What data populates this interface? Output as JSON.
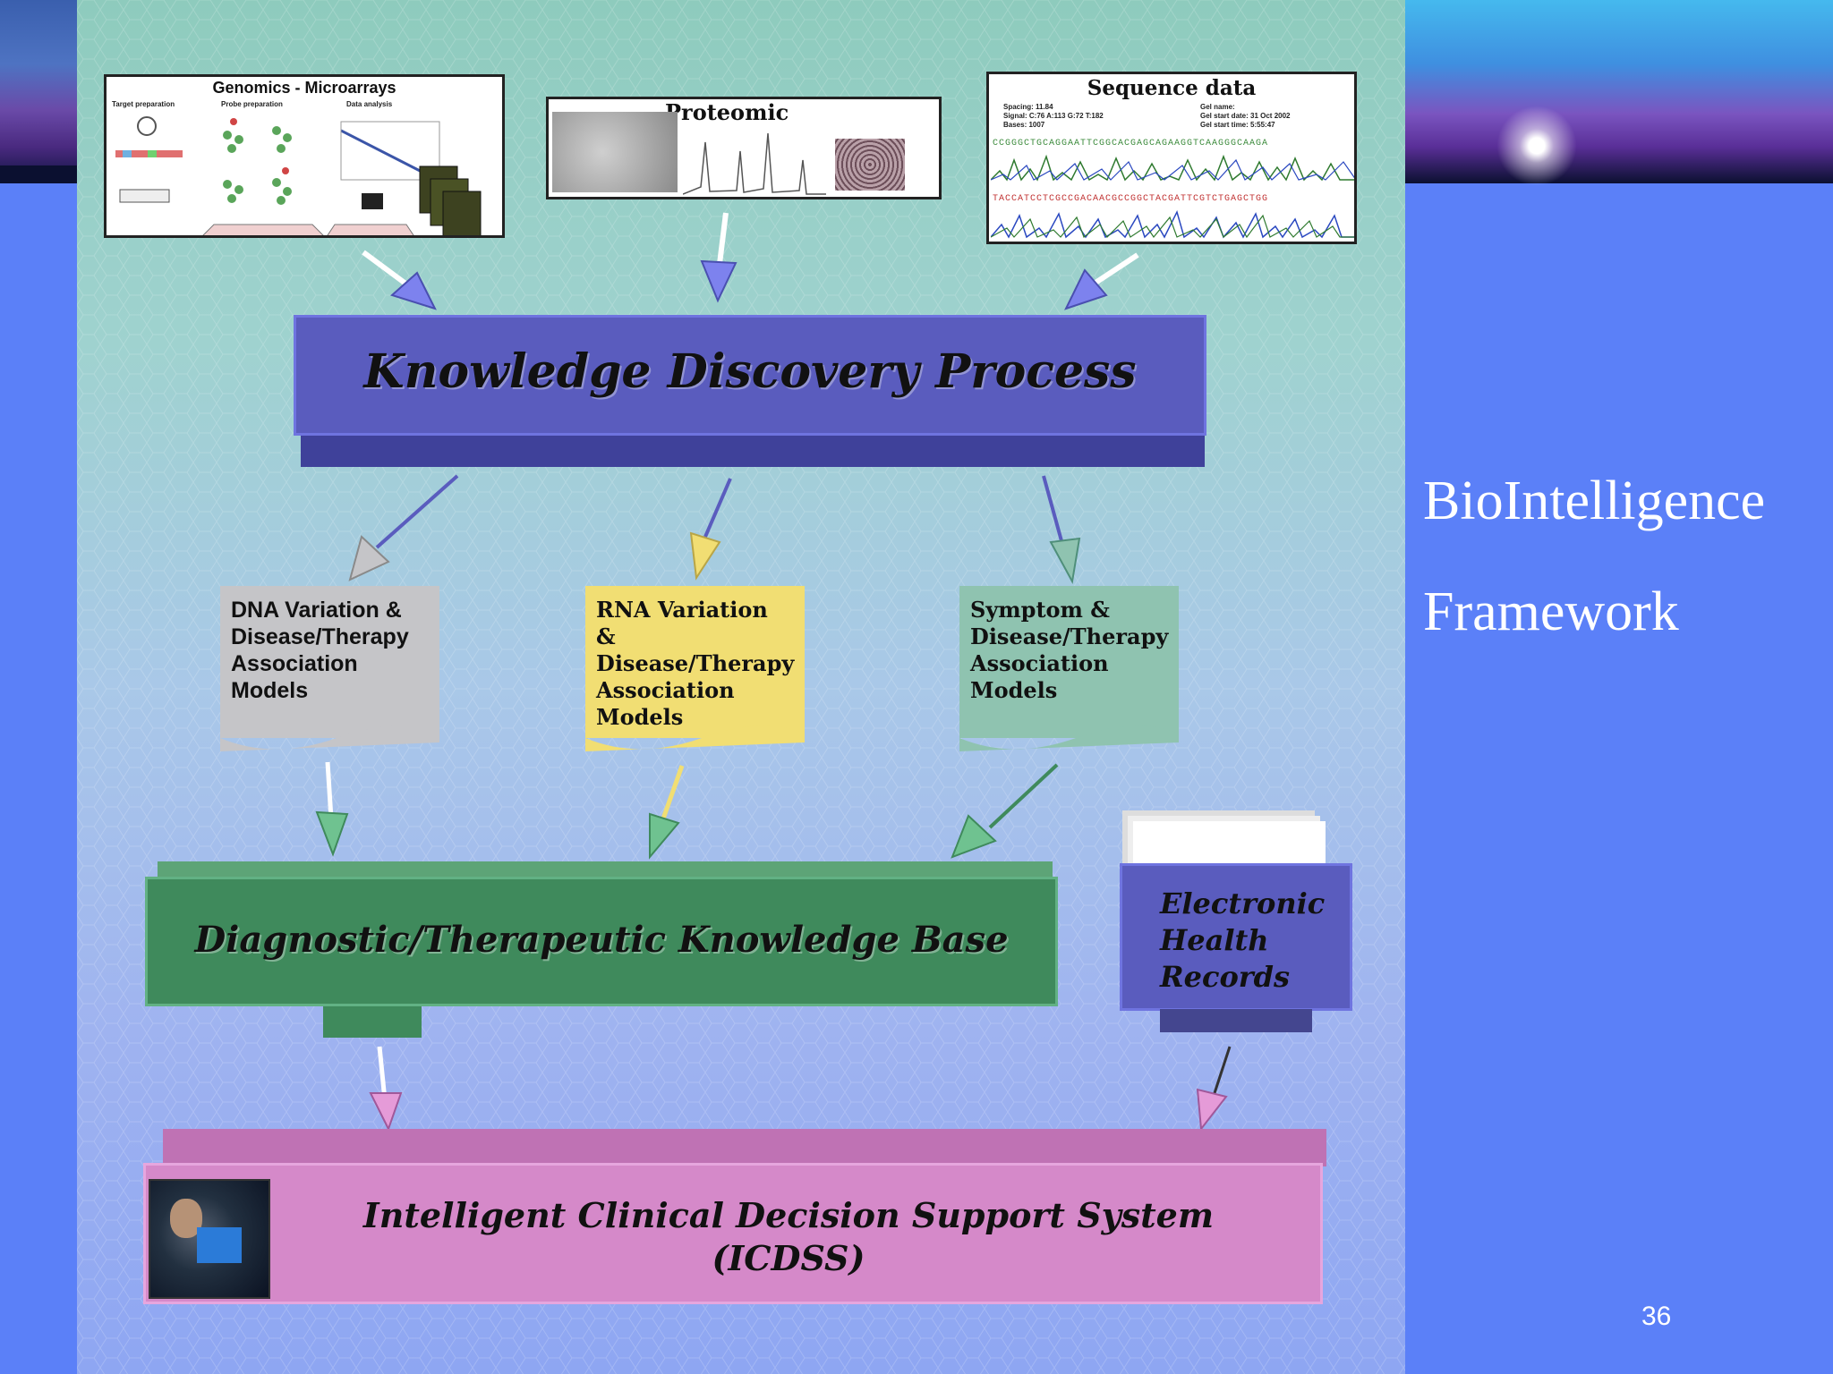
{
  "slide": {
    "title_lines": [
      "BioIntelligence",
      "Framework"
    ],
    "page_number": "36"
  },
  "inputs": {
    "genomics": {
      "title": "Genomics - Microarrays",
      "steps": [
        "Target preparation",
        "Probe preparation",
        "Data analysis"
      ]
    },
    "proteomic": {
      "title": "Proteomic"
    },
    "sequence": {
      "title": "Sequence data",
      "meta_left": [
        "Spacing: 11.84",
        "Signal: C:76 A:113 G:72 T:182",
        "Bases: 1007"
      ],
      "meta_right": [
        "Gel name:",
        "Gel start date: 31 Oct 2002",
        "Gel start time: 5:55:47"
      ],
      "seq1": "CCGGGCTGCAGGAATTCGGCACGAGCAGAAGGTCAAGGGCAAGA",
      "seq2": "TACCATCCTCGCCGACAACGCCGGCTACGATTCGTCTGAGCTGG"
    }
  },
  "process": {
    "label": "Knowledge Discovery Process"
  },
  "models": [
    {
      "lines": [
        "DNA Variation &",
        "Disease/Therapy",
        "Association",
        "Models"
      ]
    },
    {
      "lines": [
        "RNA Variation &",
        "Disease/Therapy",
        "Association",
        "Models"
      ]
    },
    {
      "lines": [
        "Symptom &",
        "Disease/Therapy",
        "Association",
        "Models"
      ]
    }
  ],
  "knowledge_base": {
    "label": "Diagnostic/Therapeutic Knowledge Base"
  },
  "ehr": {
    "lines": [
      "Electronic",
      "Health",
      "Records"
    ]
  },
  "icdss": {
    "lines": [
      "Intelligent Clinical Decision Support System",
      "(ICDSS)"
    ]
  },
  "colors": {
    "process_box": "#5a5cbe",
    "dna_doc": "#c5c5c8",
    "rna_doc": "#f1de73",
    "symptom_doc": "#8fc3b0",
    "knowledge_base_box": "#3f8a5c",
    "icdss_box": "#d589c9",
    "slide_background": "#5b80f8"
  }
}
